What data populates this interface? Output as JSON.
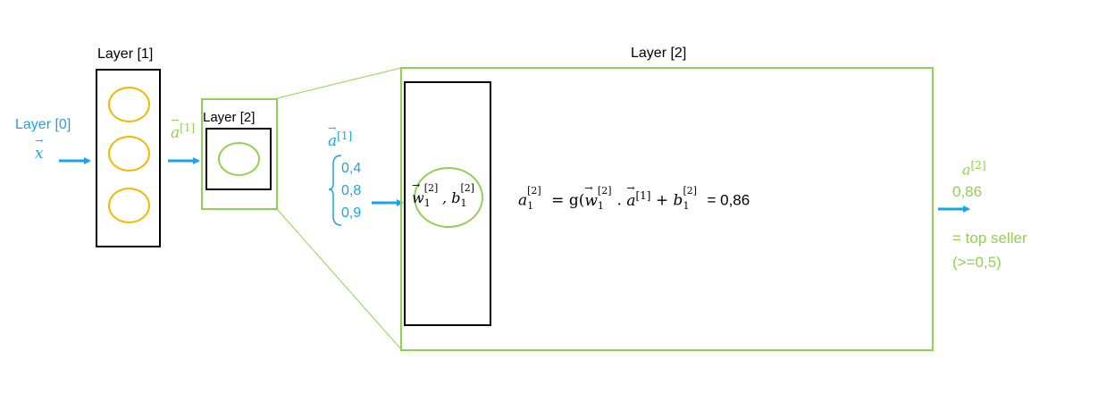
{
  "layer0": {
    "label": "Layer [0]",
    "input": "x"
  },
  "layer1": {
    "label": "Layer [1]",
    "neuron_count": 3,
    "output_label": "a",
    "output_sup": "[1]"
  },
  "layer2_small": {
    "label": "Layer [2]"
  },
  "layer2_zoom": {
    "label": "Layer [2]",
    "input_label": "a",
    "input_sup": "[1]",
    "input_values": [
      "0,4",
      "0,8",
      "0,9"
    ],
    "neuron_w": "w",
    "neuron_b": "b",
    "neuron_sup": "[2]",
    "neuron_sub": "1",
    "equation_lhs": "a",
    "equation_rhs": "= g(",
    "equation_dot": ".",
    "equation_plus": "+",
    "equation_result": "= 0,86"
  },
  "output": {
    "label": "a",
    "sup": "[2]",
    "value": "0,86",
    "verdict": "= top seller",
    "threshold": "(>=0,5)"
  },
  "colors": {
    "blue": "#1AA3E8",
    "green": "#92D050",
    "orange": "#F5B800",
    "black": "#000000"
  }
}
